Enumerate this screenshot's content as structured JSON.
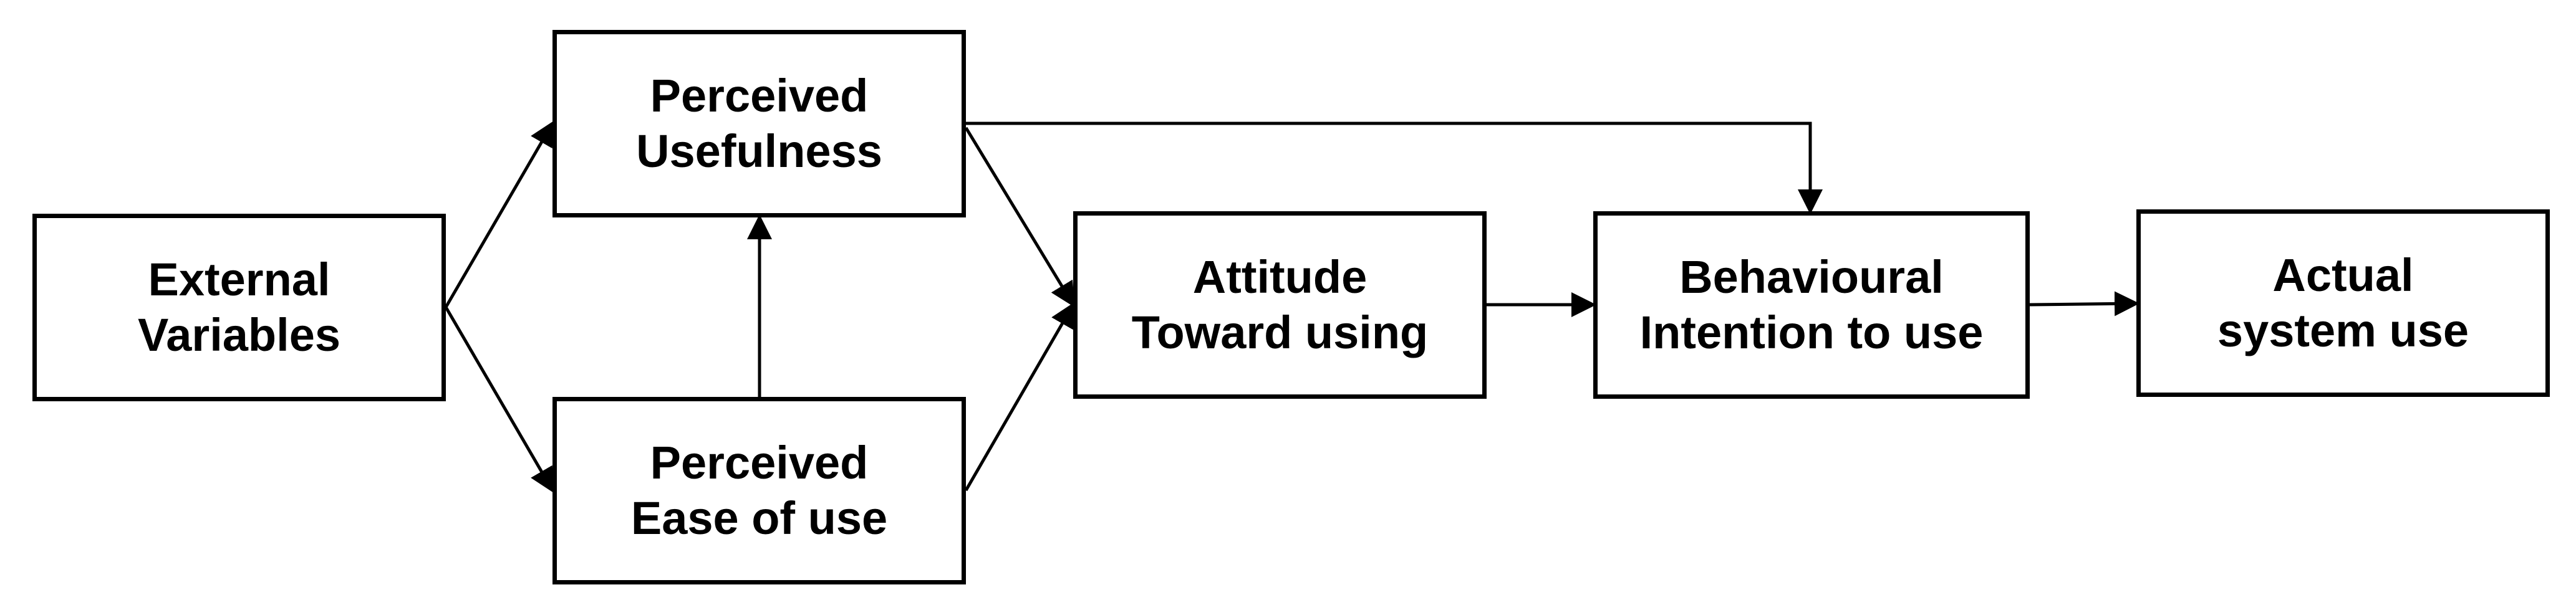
{
  "diagram": {
    "nodes": {
      "external_variables": {
        "line1": "External",
        "line2": "Variables"
      },
      "perceived_usefulness": {
        "line1": "Perceived",
        "line2": "Usefulness"
      },
      "perceived_ease_of_use": {
        "line1": "Perceived",
        "line2": "Ease of use"
      },
      "attitude_toward_using": {
        "line1": "Attitude",
        "line2": "Toward using"
      },
      "behavioural_intention": {
        "line1": "Behavioural",
        "line2": "Intention to use"
      },
      "actual_system_use": {
        "line1": "Actual",
        "line2": "system use"
      }
    },
    "edges": [
      {
        "from": "external_variables",
        "to": "perceived_usefulness"
      },
      {
        "from": "external_variables",
        "to": "perceived_ease_of_use"
      },
      {
        "from": "perceived_ease_of_use",
        "to": "perceived_usefulness"
      },
      {
        "from": "perceived_usefulness",
        "to": "attitude_toward_using"
      },
      {
        "from": "perceived_ease_of_use",
        "to": "attitude_toward_using"
      },
      {
        "from": "perceived_usefulness",
        "to": "behavioural_intention"
      },
      {
        "from": "attitude_toward_using",
        "to": "behavioural_intention"
      },
      {
        "from": "behavioural_intention",
        "to": "actual_system_use"
      }
    ],
    "colors": {
      "stroke": "#000000",
      "fill": "#ffffff",
      "text": "#000000"
    }
  }
}
